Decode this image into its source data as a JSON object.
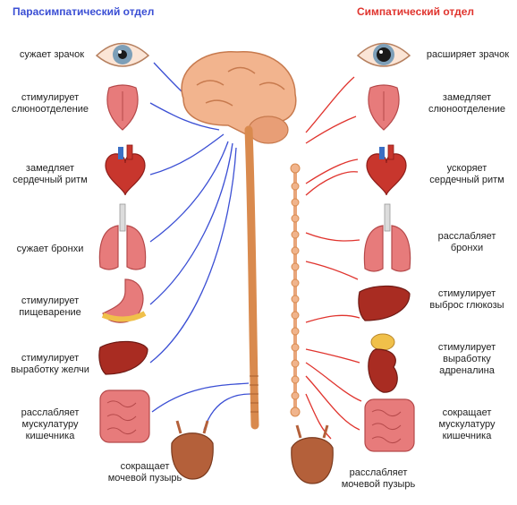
{
  "titles": {
    "parasympathetic": "Парасимпатический отдел",
    "sympathetic": "Симпатический отдел"
  },
  "parasympathetic": [
    {
      "organ": "eye-icon",
      "text": "сужает зрачок"
    },
    {
      "organ": "tongue-icon",
      "text": "стимулирует\nслюноотделение"
    },
    {
      "organ": "heart-icon",
      "text": "замедляет\nсердечный ритм"
    },
    {
      "organ": "lungs-icon",
      "text": "сужает бронхи"
    },
    {
      "organ": "stomach-icon",
      "text": "стимулирует\nпищеварение"
    },
    {
      "organ": "liver-icon",
      "text": "стимулирует\nвыработку желчи"
    },
    {
      "organ": "intestine-icon",
      "text": "расслабляет\nмускулатуру\nкишечника"
    },
    {
      "organ": "bladder-icon",
      "text": "сокращает\nмочевой пузырь"
    }
  ],
  "sympathetic": [
    {
      "organ": "eye-icon",
      "text": "расширяет зрачок"
    },
    {
      "organ": "tongue-icon",
      "text": "замедляет\nслюноотделение"
    },
    {
      "organ": "heart-icon",
      "text": "ускоряет\nсердечный ритм"
    },
    {
      "organ": "lungs-icon",
      "text": "расслабляет\nбронхи"
    },
    {
      "organ": "liver-icon",
      "text": "стимулирует\nвыброс глюкозы"
    },
    {
      "organ": "kidney-icon",
      "text": "стимулирует\nвыработку\nадреналина"
    },
    {
      "organ": "intestine-icon",
      "text": "сокращает\nмускулатуру\nкишечника"
    },
    {
      "organ": "bladder-icon",
      "text": "расслабляет\nмочевой пузырь"
    }
  ],
  "colors": {
    "parasympathetic": "#3b4fd4",
    "sympathetic": "#e0342e",
    "nerve": "#d98a4e",
    "organ_red": "#c8362d",
    "organ_pink": "#e77b7b"
  }
}
